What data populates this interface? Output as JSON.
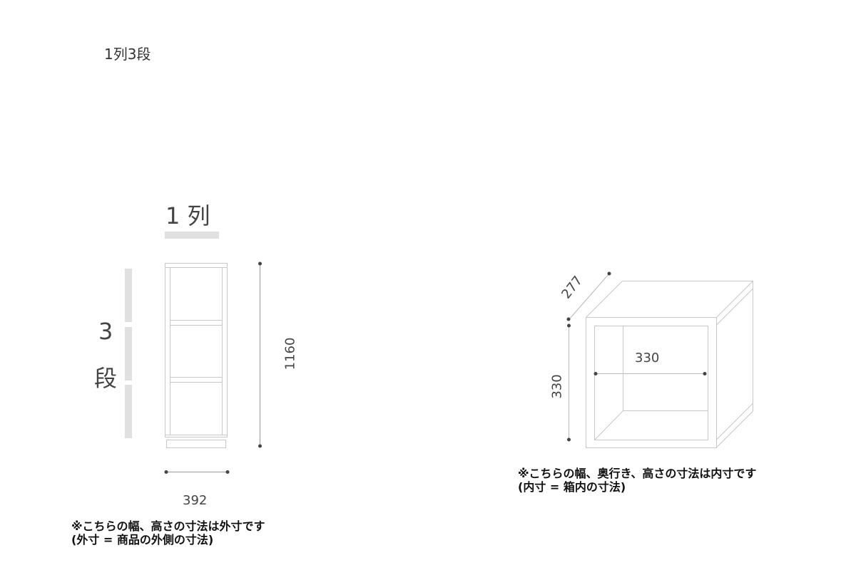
{
  "title": "1列3段",
  "front_view": {
    "columns_label": "1 列",
    "rows_number": "3",
    "rows_unit": "段",
    "height": "1160",
    "width": "392",
    "note_line1": "※こちらの幅、高さの寸法は外寸です",
    "note_line2": "(外寸 = 商品の外側の寸法)"
  },
  "cube_view": {
    "depth": "277",
    "height": "330",
    "width": "330",
    "note_line1": "※こちらの幅、奥行き、高さの寸法は内寸です",
    "note_line2": "(内寸 = 箱内の寸法)"
  },
  "colors": {
    "line": "#c8c8c8",
    "bar": "#e0e0e0",
    "dot": "#444444"
  }
}
